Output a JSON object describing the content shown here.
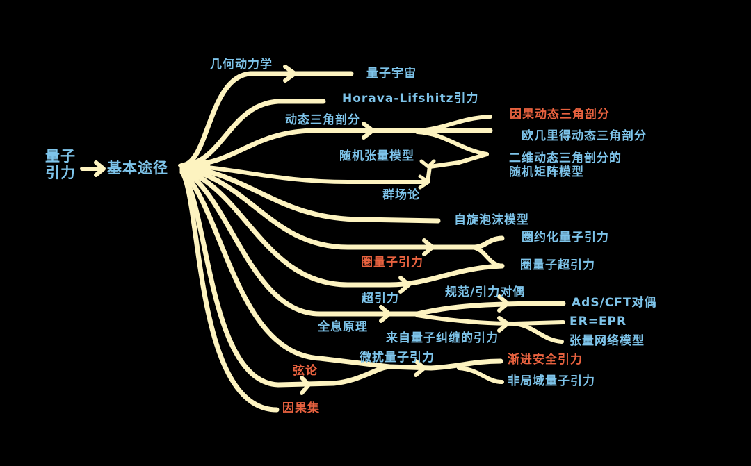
{
  "colors": {
    "background": "#000000",
    "branch": "#fdf3c0",
    "label_blue": "#7ec4ea",
    "label_red": "#e8623f"
  },
  "root": {
    "line1": "量子",
    "line2": "引力"
  },
  "hub": {
    "label": "基本途径"
  },
  "nodes": {
    "geometrodynamics": "几何动力学",
    "quantum_cosmology": "量子宇宙",
    "horava_lifshitz": "Horava-Lifshitz引力",
    "cdt_parent": "动态三角剖分",
    "causal_dt": "因果动态三角剖分",
    "euclidean_dt": "欧几里得动态三角剖分",
    "random_matrix_2d_line1": "二维动态三角剖分的",
    "random_matrix_2d_line2": "随机矩阵模型",
    "random_tensor": "随机张量模型",
    "group_field": "群场论",
    "spin_foam": "自旋泡沫模型",
    "lqg": "圈量子引力",
    "lqc": "圈约化量子引力",
    "loop_supergravity": "圈量子超引力",
    "supergravity": "超引力",
    "gauge_gravity_duality": "规范/引力对偶",
    "ads_cft": "AdS/CFT对偶",
    "er_epr": "ER=EPR",
    "tensor_network": "张量网络模型",
    "holographic": "全息原理",
    "entanglement_gravity": "来自量子纠缠的引力",
    "perturbative_qg": "微扰量子引力",
    "asymptotic_safety": "渐进安全引力",
    "nonlocal_qg": "非局域量子引力",
    "string_theory": "弦论",
    "causal_sets": "因果集"
  }
}
